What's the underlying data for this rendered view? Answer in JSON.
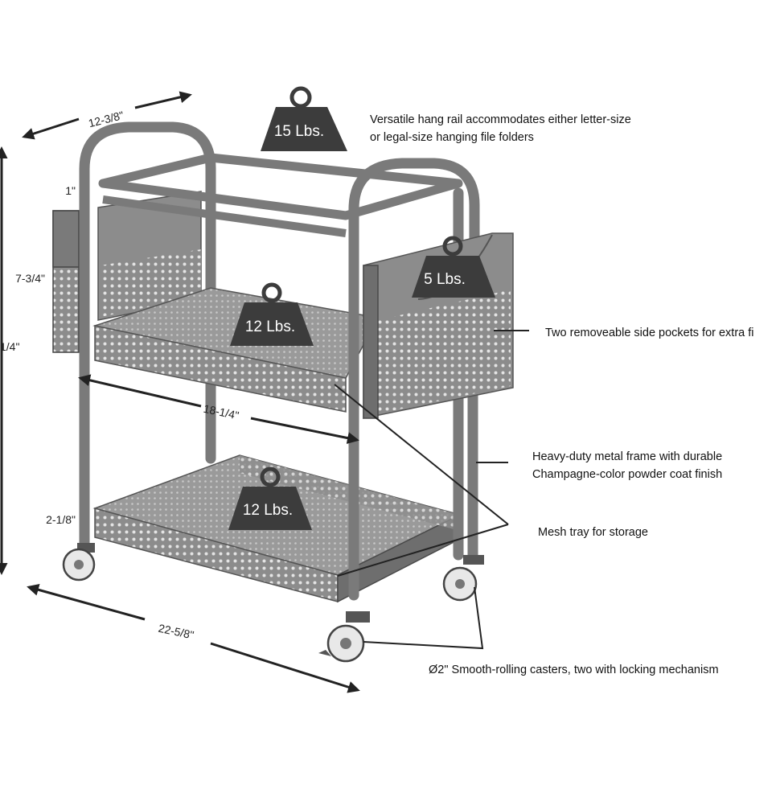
{
  "dimensions": {
    "depth": "12-3/8\"",
    "rail_height": "1\"",
    "pocket_height": "7-3/4\"",
    "overall_height_partial": "1/4\"",
    "inner_width": "18-1/4\"",
    "caster_clearance": "2-1/8\"",
    "overall_width": "22-5/8\""
  },
  "weights": {
    "top": "15 Lbs.",
    "pocket": "5 Lbs.",
    "middle": "12 Lbs.",
    "bottom": "12 Lbs."
  },
  "notes": {
    "hang_rail_line1": "Versatile hang rail accommodates either letter-size",
    "hang_rail_line2": "or legal-size hanging file folders",
    "pockets": "Two removeable side pockets for extra fi",
    "frame_line1": "Heavy-duty metal frame with durable",
    "frame_line2": "Champagne-color powder coat finish",
    "mesh_tray": "Mesh tray for storage",
    "casters": "Ø2\" Smooth-rolling casters, two with locking mechanism"
  },
  "colors": {
    "frame": "#7a7a7a",
    "panel": "#8c8c8c",
    "weight_badge": "#3c3c3c"
  }
}
